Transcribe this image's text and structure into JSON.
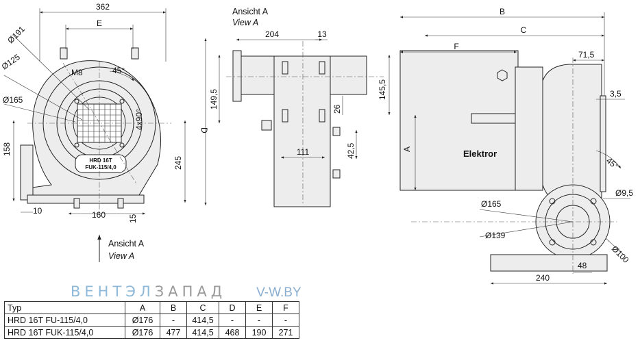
{
  "dimensions": {
    "d362": "362",
    "e": "E",
    "d191": "Ø191",
    "d125": "Ø125",
    "m8": "M8",
    "a45": "45°",
    "d165": "Ø165",
    "holes": "4x90°",
    "d": "D",
    "d158": "158",
    "d245": "245",
    "d10": "10",
    "d160": "160",
    "d15": "15",
    "d204": "204",
    "d13": "13",
    "d1495": "149,5",
    "d1455": "145,5",
    "d26": "26",
    "d111": "111",
    "d425": "42,5",
    "b": "B",
    "c": "C",
    "f": "F",
    "d715": "71,5",
    "d35": "3,5",
    "a": "A",
    "a45r": "45°",
    "d95": "Ø9,5",
    "d165r": "Ø165",
    "d139": "Ø139",
    "d100": "Ø100",
    "d48": "48",
    "d240": "240"
  },
  "labels": {
    "plate_line1": "HRD 16T",
    "plate_line2": "FUK-115/4,0",
    "view_top_de": "Ansicht A",
    "view_top_en": "View A",
    "view_bottom_de": "Ansicht A",
    "view_bottom_en": "View A",
    "brand_on_motor": "Elektror"
  },
  "watermark": {
    "part1": "ВЕНТЭЛ",
    "part2": "ЗАПАД",
    "part3": "V-W.BY"
  },
  "table": {
    "headers": [
      "Typ",
      "A",
      "B",
      "C",
      "D",
      "E",
      "F"
    ],
    "rows": [
      [
        "HRD 16T FU-115/4,0",
        "Ø176",
        "-",
        "414,5",
        "-",
        "-",
        "-"
      ],
      [
        "HRD 16T FUK-115/4,0",
        "Ø176",
        "477",
        "414,5",
        "468",
        "190",
        "271"
      ]
    ]
  }
}
